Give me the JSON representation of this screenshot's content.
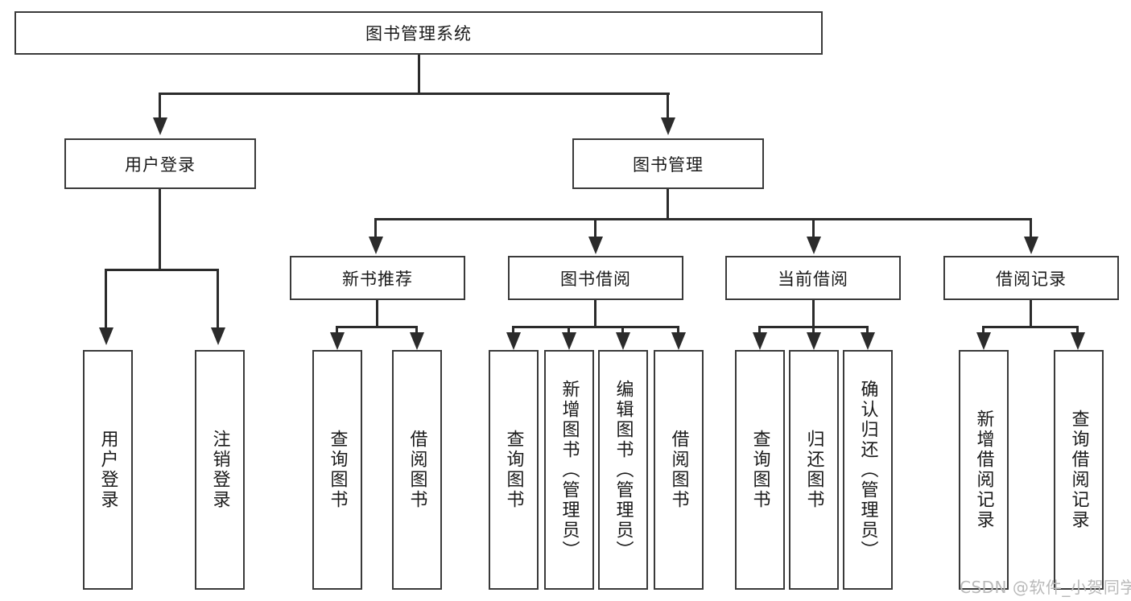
{
  "diagram": {
    "title_root": "图书管理系统",
    "type": "hierarchy-tree",
    "level1": [
      {
        "id": "user-login",
        "label": "用户登录"
      },
      {
        "id": "book-manage",
        "label": "图书管理"
      }
    ],
    "level2": [
      {
        "id": "new-book-recommend",
        "label": "新书推荐",
        "parent": "book-manage"
      },
      {
        "id": "book-borrow",
        "label": "图书借阅",
        "parent": "book-manage"
      },
      {
        "id": "current-borrow",
        "label": "当前借阅",
        "parent": "book-manage"
      },
      {
        "id": "borrow-record",
        "label": "借阅记录",
        "parent": "book-manage"
      }
    ],
    "leaves": {
      "user_login": [
        {
          "id": "leaf-user-login",
          "label": "用户登录"
        },
        {
          "id": "leaf-user-logout",
          "label": "注销登录"
        }
      ],
      "new_book_recommend": [
        {
          "id": "leaf-query-book-1",
          "label": "查询图书"
        },
        {
          "id": "leaf-borrow-book-1",
          "label": "借阅图书"
        }
      ],
      "book_borrow": [
        {
          "id": "leaf-query-book-2",
          "label": "查询图书"
        },
        {
          "id": "leaf-add-book",
          "label": "新增图书（管理员）"
        },
        {
          "id": "leaf-edit-book",
          "label": "编辑图书（管理员）"
        },
        {
          "id": "leaf-borrow-book-2",
          "label": "借阅图书"
        }
      ],
      "current_borrow": [
        {
          "id": "leaf-query-book-3",
          "label": "查询图书"
        },
        {
          "id": "leaf-return-book",
          "label": "归还图书"
        },
        {
          "id": "leaf-confirm-return",
          "label": "确认归还（管理员）"
        }
      ],
      "borrow_record": [
        {
          "id": "leaf-add-record",
          "label": "新增借阅记录"
        },
        {
          "id": "leaf-query-record",
          "label": "查询借阅记录"
        }
      ]
    }
  },
  "watermark": {
    "text": "CSDN @软件_小贺同学"
  },
  "colors": {
    "box_border": "#3a3a3a",
    "edge": "#2b2b2b",
    "background": "#ffffff",
    "text": "#1a1a1a",
    "watermark": "#b9b9b9"
  }
}
